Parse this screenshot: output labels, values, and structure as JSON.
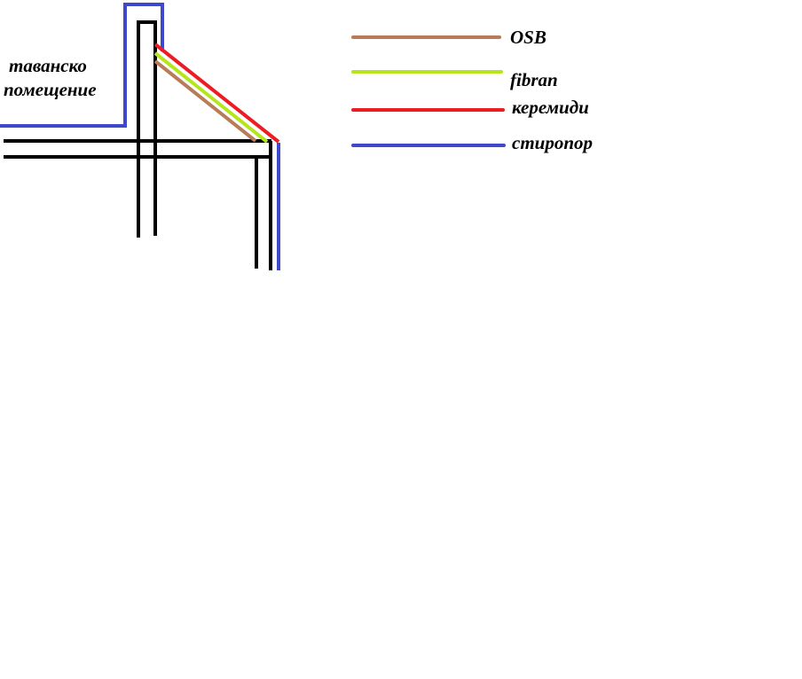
{
  "room_label": {
    "line1": "таванско",
    "line2": "помещение"
  },
  "legend": [
    {
      "label": "OSB",
      "color": "#b87c59"
    },
    {
      "label": "fibran",
      "color": "#b5e61d"
    },
    {
      "label": "керемиди",
      "color": "#ed1c24"
    },
    {
      "label": "стиропор",
      "color": "#3f48cc"
    }
  ],
  "colors": {
    "structure": "#000000",
    "osb": "#b87c59",
    "fibran": "#b5e61d",
    "roof_tiles": "#ed1c24",
    "styrofoam": "#3f48cc"
  }
}
